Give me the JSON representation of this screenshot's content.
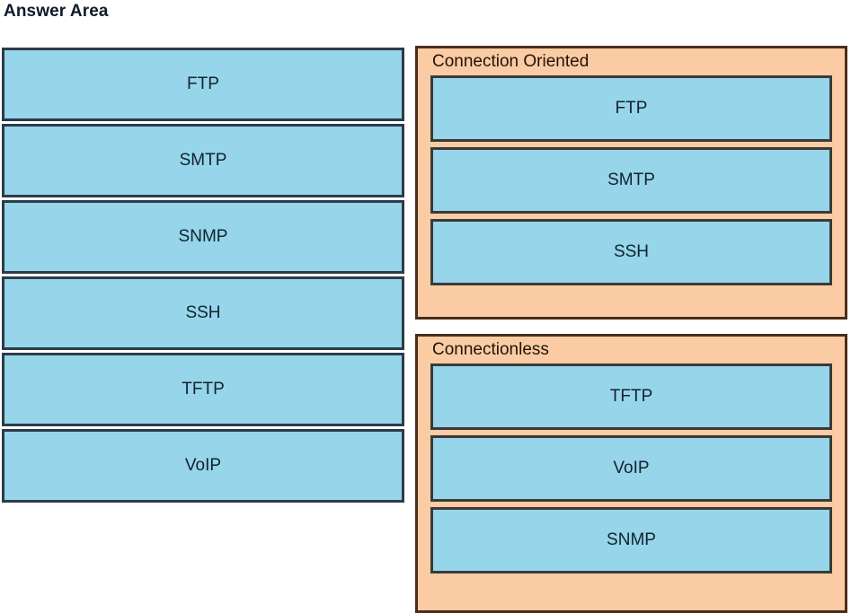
{
  "page_title": "Answer Area",
  "colors": {
    "item_fill": "#96D5EA",
    "item_border": "#2D3B4A",
    "panel_fill": "#FBCCA4",
    "panel_border": "#4A2D1C",
    "title_text": "#0D1B2A",
    "background": "#FFFFFF"
  },
  "source_column": {
    "items": [
      {
        "label": "FTP"
      },
      {
        "label": "SMTP"
      },
      {
        "label": "SNMP"
      },
      {
        "label": "SSH"
      },
      {
        "label": "TFTP"
      },
      {
        "label": "VoIP"
      }
    ]
  },
  "target_column": {
    "panels": [
      {
        "title": "Connection Oriented",
        "items": [
          {
            "label": "FTP"
          },
          {
            "label": "SMTP"
          },
          {
            "label": "SSH"
          }
        ]
      },
      {
        "title": "Connectionless",
        "items": [
          {
            "label": "TFTP"
          },
          {
            "label": "VoIP"
          },
          {
            "label": "SNMP"
          }
        ]
      }
    ]
  }
}
